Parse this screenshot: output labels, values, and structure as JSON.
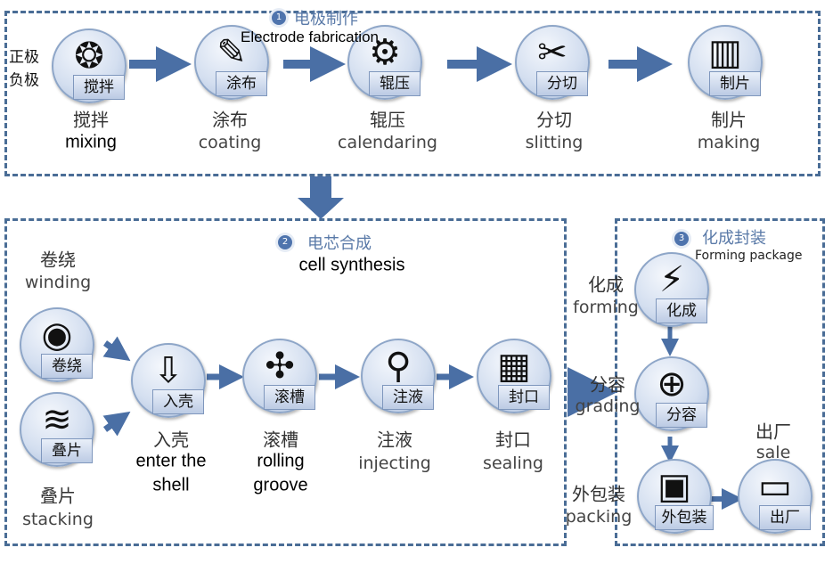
{
  "colors": {
    "border": "#4a6d96",
    "arrow": "#4a6fa5",
    "node": "#d4dff0"
  },
  "electrode_types": [
    "正极",
    "负极"
  ],
  "sections": [
    {
      "number": "1",
      "title_zh": "电极制作",
      "title_en": "Electrode fabrication"
    },
    {
      "number": "2",
      "title_zh": "电芯合成",
      "title_en": "cell synthesis"
    },
    {
      "number": "3",
      "title_zh": "化成封装",
      "title_en": "Forming package"
    }
  ],
  "nodes": [
    {
      "badge": "搅拌",
      "zh": "搅拌",
      "en": [
        "mixing"
      ],
      "icon": "aperture-icon"
    },
    {
      "badge": "涂布",
      "zh": "涂布",
      "en": [
        "coating"
      ],
      "icon": "brush-icon"
    },
    {
      "badge": "辊压",
      "zh": "辊压",
      "en": [
        "calendaring"
      ],
      "icon": "gears-icon"
    },
    {
      "badge": "分切",
      "zh": "分切",
      "en": [
        "slitting"
      ],
      "icon": "scissors-icon"
    },
    {
      "badge": "制片",
      "zh": "制片",
      "en": [
        "making"
      ],
      "icon": "building-icon"
    },
    {
      "badge": "卷绕",
      "zh": "卷绕",
      "en": [
        "winding"
      ],
      "icon": "roll-icon"
    },
    {
      "badge": "叠片",
      "zh": "叠片",
      "en": [
        "stacking"
      ],
      "icon": "layers-icon"
    },
    {
      "badge": "入壳",
      "zh": "入壳",
      "en": [
        "enter the",
        "shell"
      ],
      "icon": "inbox-icon"
    },
    {
      "badge": "滚槽",
      "zh": "滚槽",
      "en": [
        "rolling",
        "groove"
      ],
      "icon": "puzzle-icon"
    },
    {
      "badge": "注液",
      "zh": "注液",
      "en": [
        "injecting"
      ],
      "icon": "dropper-icon"
    },
    {
      "badge": "封口",
      "zh": "封口",
      "en": [
        "sealing"
      ],
      "icon": "trash-icon"
    },
    {
      "badge": "化成",
      "zh": "化成",
      "en": [
        "forming"
      ],
      "icon": "lightning-icon"
    },
    {
      "badge": "分容",
      "zh": "分容",
      "en": [
        "grading"
      ],
      "icon": "zoom-in-icon"
    },
    {
      "badge": "外包装",
      "zh": "外包装",
      "en": [
        "packing"
      ],
      "icon": "box-icon"
    },
    {
      "badge": "出厂",
      "zh": "出厂",
      "en": [
        "sale"
      ],
      "icon": "battery-charging-icon"
    }
  ]
}
